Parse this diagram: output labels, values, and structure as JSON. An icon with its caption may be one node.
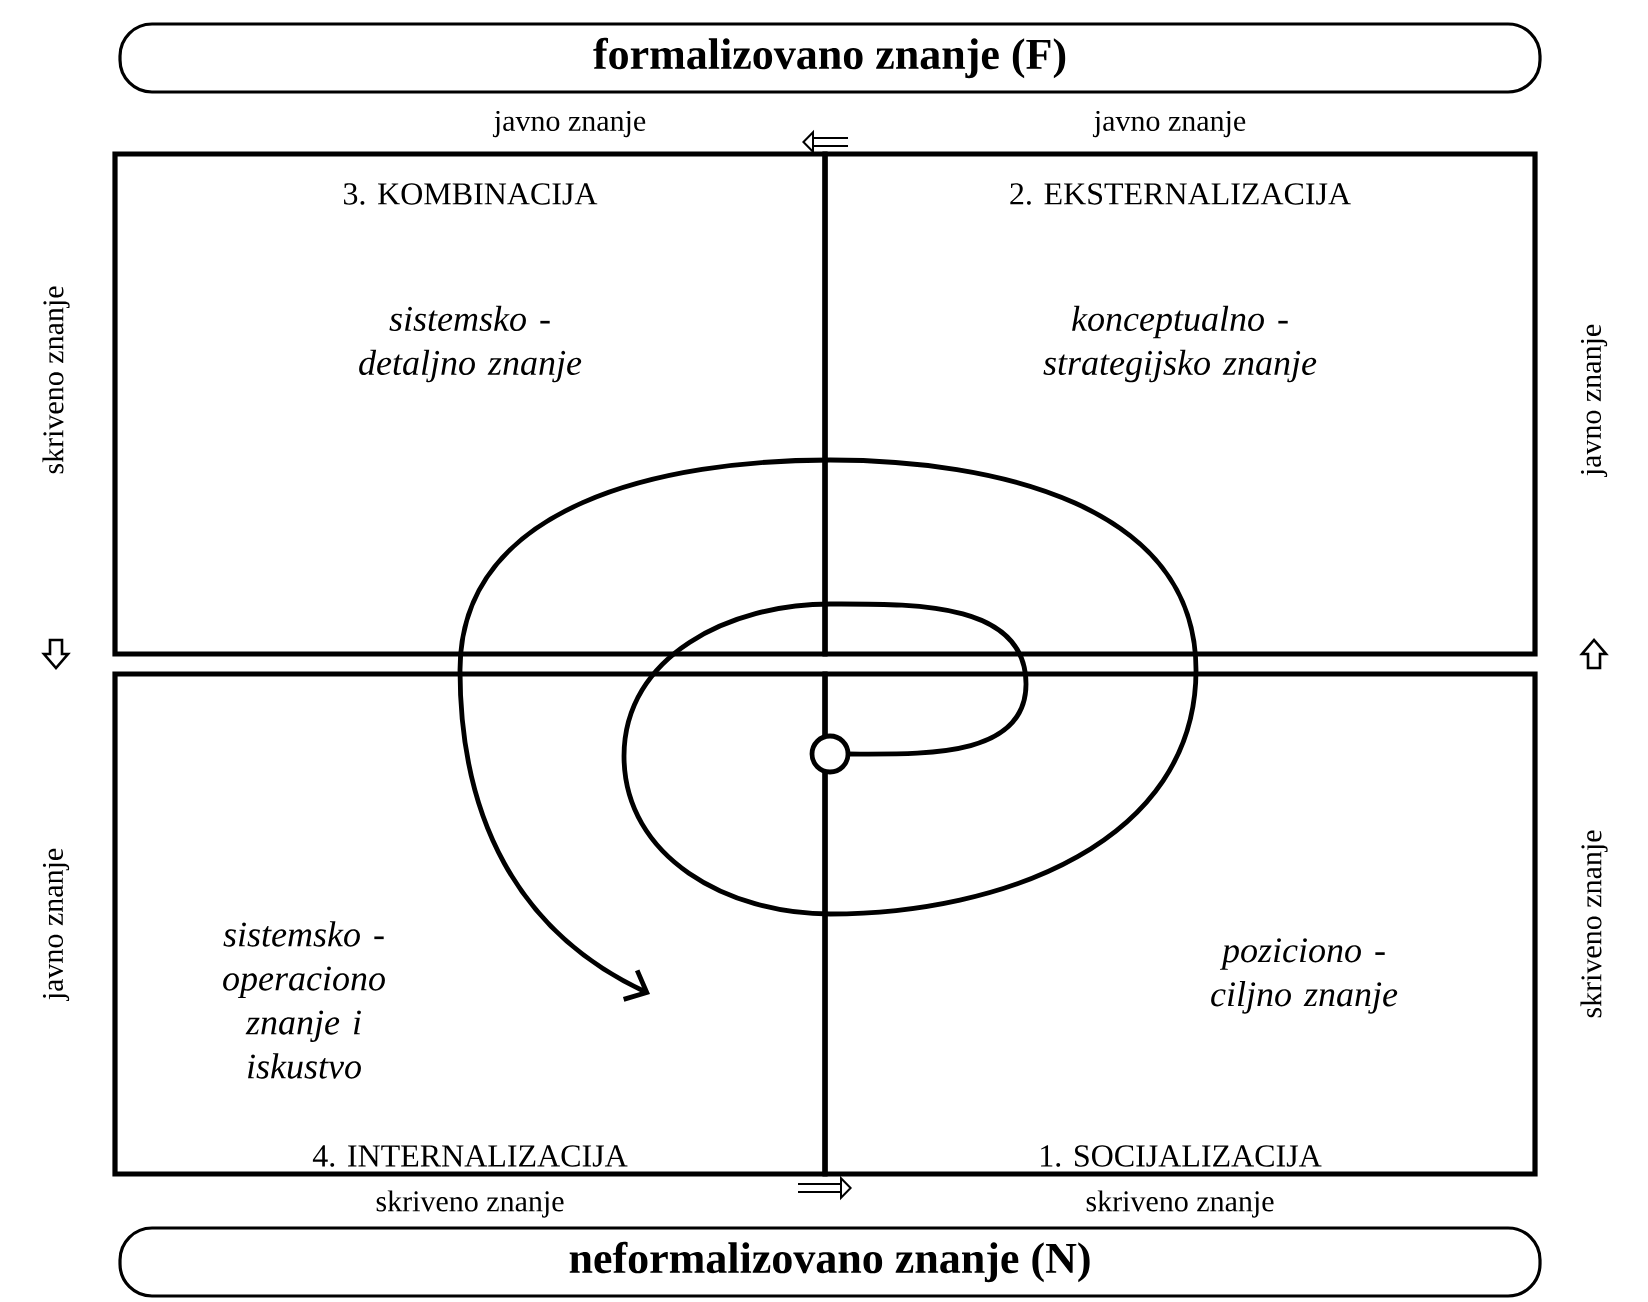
{
  "diagram": {
    "nodes": [
      {
        "text": [
          "formalizovano znanje (F)"
        ]
      },
      {
        "text": [
          "neformalizovano znanje (N)"
        ]
      },
      {
        "text": [
          "3. KOMBINACIJA",
          "sistemsko - detaljno znanje"
        ]
      },
      {
        "text": [
          "2. EKSTERNALIZACIJA",
          "konceptualno - strategijsko znanje"
        ]
      },
      {
        "text": [
          "sistemsko - operaciono znanje i iskustvo",
          "4. INTERNALIZACIJA"
        ]
      },
      {
        "text": [
          "poziciono - ciljno znanje",
          "1. SOCIJALIZACIJA"
        ]
      }
    ],
    "edges": [
      {
        "from": 3,
        "to": 2,
        "arrow": "to"
      },
      {
        "from": 4,
        "to": 5,
        "arrow": "to"
      }
    ],
    "labels": [
      "javno znanje",
      "javno znanje",
      "skriveno znanje",
      "javno znanje",
      "javno znanje",
      "skriveno znanje",
      "skriveno znanje",
      "skriveno znanje"
    ]
  }
}
